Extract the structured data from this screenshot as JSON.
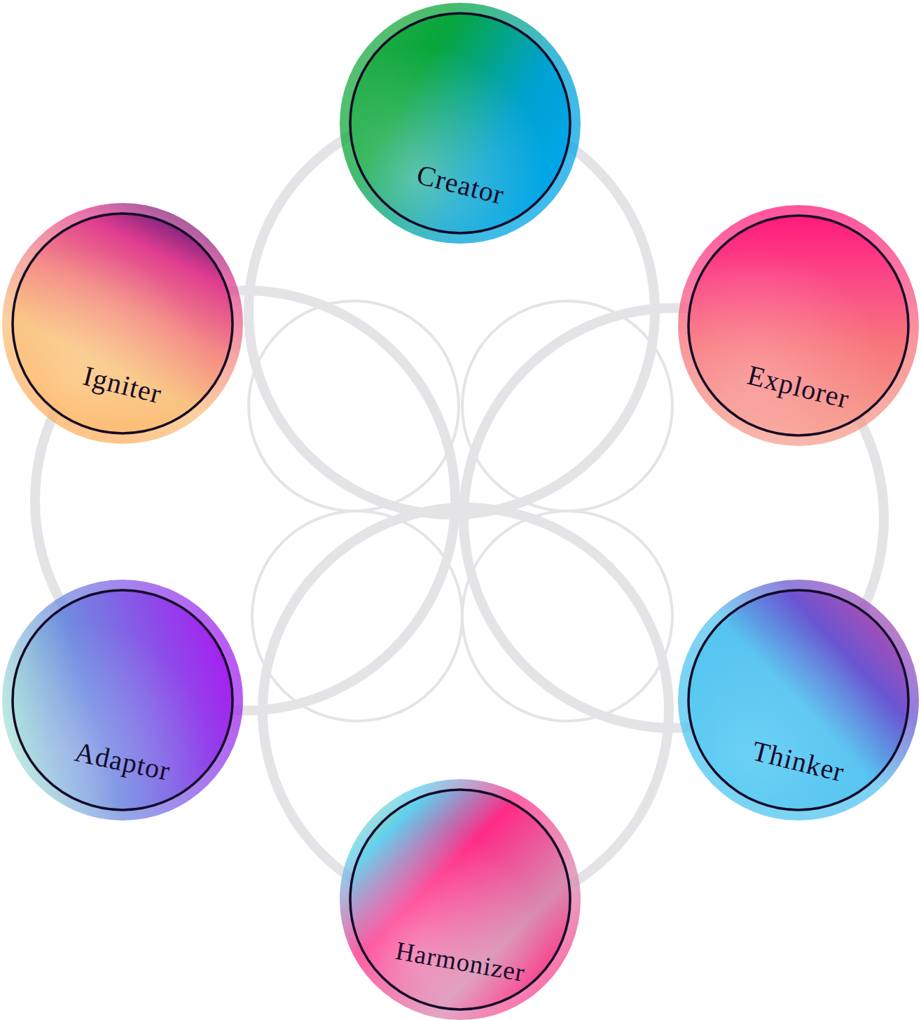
{
  "diagram": {
    "nodes": [
      {
        "text": [
          "Creator"
        ]
      },
      {
        "text": [
          "Explorer"
        ]
      },
      {
        "text": [
          "Thinker"
        ]
      },
      {
        "text": [
          "Harmonizer"
        ]
      },
      {
        "text": [
          "Adaptor"
        ]
      },
      {
        "text": [
          "Igniter"
        ]
      }
    ]
  }
}
